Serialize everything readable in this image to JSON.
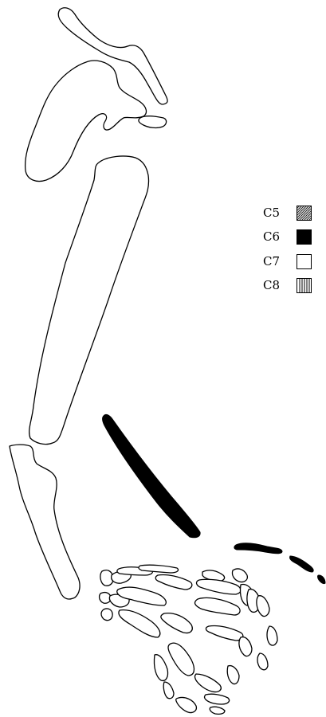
{
  "legend": {
    "items": [
      {
        "label": "C5",
        "pattern": "stipple",
        "color": "#7a7a7a"
      },
      {
        "label": "C6",
        "pattern": "solid",
        "color": "#000000"
      },
      {
        "label": "C7",
        "pattern": "empty",
        "color": "#ffffff"
      },
      {
        "label": "C8",
        "pattern": "vertical-stripes",
        "color": "#000000"
      }
    ]
  }
}
